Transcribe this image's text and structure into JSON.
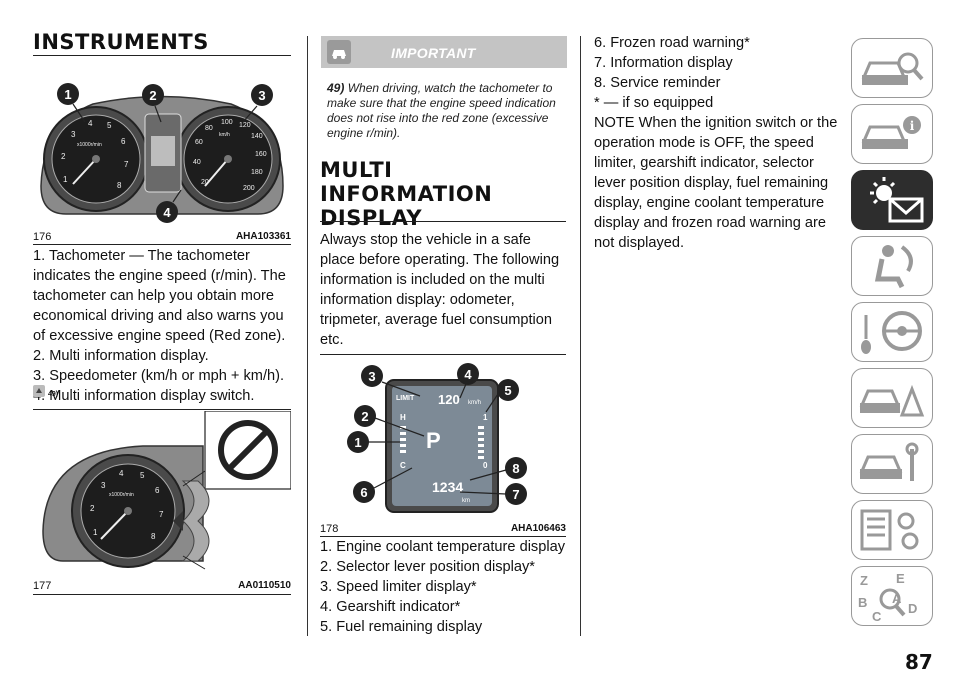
{
  "page": {
    "title": "INSTRUMENTS",
    "page_number": "87"
  },
  "figures": {
    "fig176": {
      "number": "176",
      "code": "AHA103361",
      "callouts": [
        "1",
        "2",
        "3",
        "4"
      ]
    },
    "fig177": {
      "number": "177",
      "code": "AA0110510"
    },
    "fig178": {
      "number": "178",
      "code": "AHA106463",
      "callouts": [
        "3",
        "4",
        "5",
        "2",
        "1",
        "8",
        "6",
        "7"
      ]
    }
  },
  "dial": {
    "tach_ticks": [
      "1",
      "2",
      "3",
      "4",
      "5",
      "6",
      "7",
      "8"
    ],
    "tach_unit": "x1000r/min",
    "speed_ticks": [
      "20",
      "40",
      "60",
      "80",
      "100",
      "120",
      "140",
      "160",
      "180",
      "200"
    ],
    "speed_unit": "km/h"
  },
  "display178": {
    "limit": "LIMIT",
    "speed": "120",
    "speed_unit": "km/h",
    "gear": "P",
    "h": "H",
    "c": "C",
    "full": "1",
    "empty": "0",
    "odo": "1234",
    "odo_unit": "km"
  },
  "left_col": {
    "item1": "1. Tachometer — The tachometer indicates the engine speed (r/min). The tachometer can help you obtain more economical driving and also warns you of excessive engine speed (Red zone).",
    "item2": "2. Multi information display.",
    "item3": "3. Speedometer (km/h or mph + km/h).",
    "item4": "4. Multi information display switch.",
    "note_ref": "49)"
  },
  "important": {
    "heading": "IMPORTANT",
    "ref": "49)",
    "text": "When driving, watch the tachometer to make sure that the engine speed indication does not rise into the red zone (excessive engine r/min)."
  },
  "middle_col": {
    "heading_l1": "MULTI",
    "heading_l2": "INFORMATION",
    "heading_l3": "DISPLAY",
    "intro": "Always stop the vehicle in a safe place before operating. The following information is included on the multi information display: odometer, tripmeter, average fuel consumption etc.",
    "items": [
      "1. Engine coolant temperature display",
      "2. Selector lever position display*",
      "3. Speed limiter display*",
      "4. Gearshift indicator*",
      "5. Fuel remaining display"
    ]
  },
  "right_col": {
    "items": [
      "6. Frozen road warning*",
      "7. Information display",
      "8. Service reminder",
      "* — if so equipped"
    ],
    "note": "NOTE When the ignition switch or the operation mode is OFF, the speed limiter, gearshift indicator, selector lever position display, fuel remaining display, engine coolant temperature display and frozen road warning are not displayed."
  },
  "side_tabs": [
    {
      "icon": "car-search-icon",
      "active": false
    },
    {
      "icon": "car-info-icon",
      "active": false
    },
    {
      "icon": "warning-light-message-icon",
      "active": true
    },
    {
      "icon": "airbag-seat-icon",
      "active": false
    },
    {
      "icon": "key-steering-wheel-icon",
      "active": false
    },
    {
      "icon": "car-breakdown-icon",
      "active": false
    },
    {
      "icon": "car-maintenance-icon",
      "active": false
    },
    {
      "icon": "technical-data-icon",
      "active": false
    },
    {
      "icon": "alphabetical-index-icon",
      "active": false
    }
  ]
}
